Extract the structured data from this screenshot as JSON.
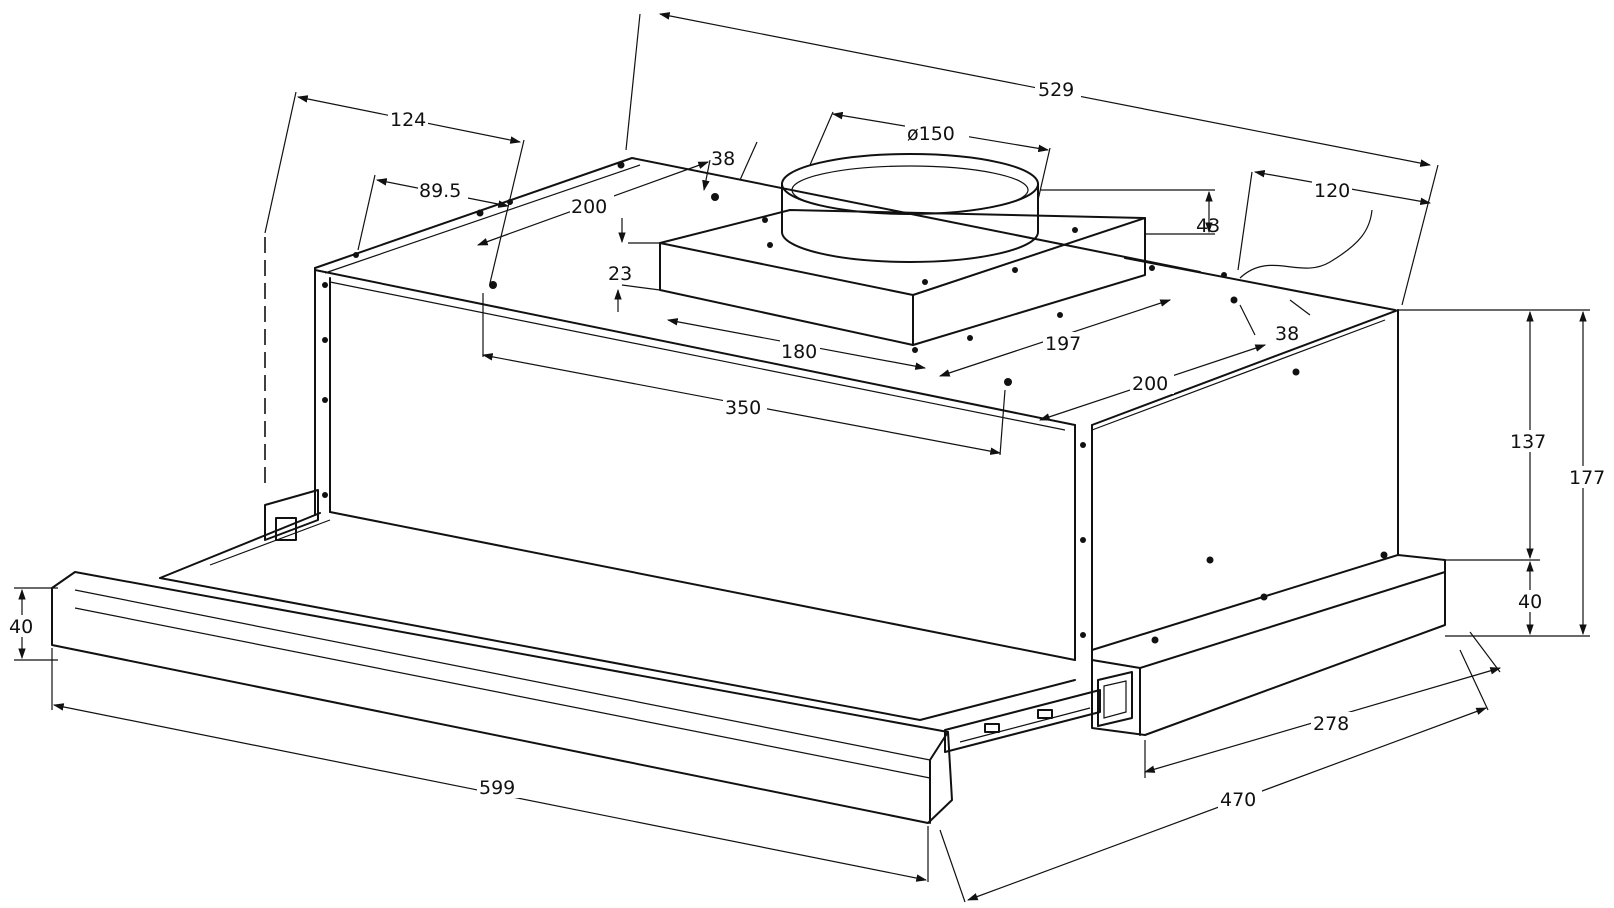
{
  "dimensions": {
    "d529": "529",
    "d124": "124",
    "d89_5": "89.5",
    "d150": "ø150",
    "d38_top": "38",
    "d200_left": "200",
    "d43": "43",
    "d120": "120",
    "d23": "23",
    "d180": "180",
    "d197": "197",
    "d38_right": "38",
    "d350": "350",
    "d200_right": "200",
    "d137": "137",
    "d177": "177",
    "d40_right": "40",
    "d40_left": "40",
    "d278": "278",
    "d599": "599",
    "d470": "470"
  }
}
